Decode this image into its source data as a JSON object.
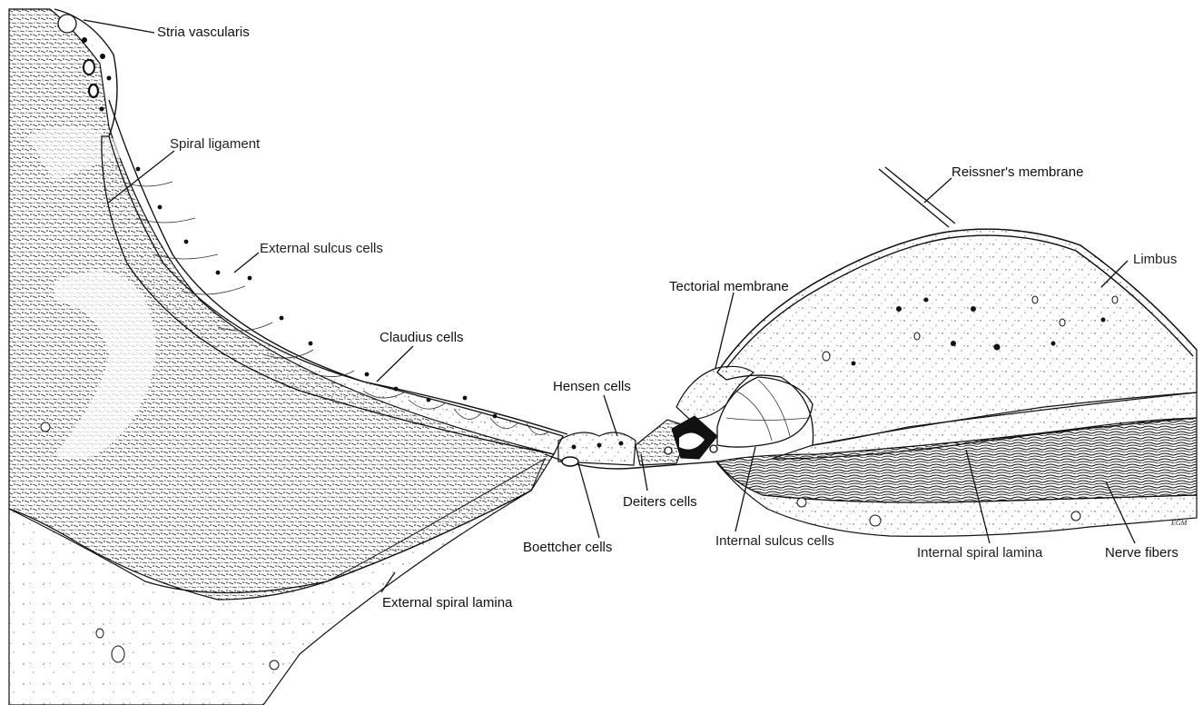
{
  "labels": {
    "stria_vascularis": "Stria vascularis",
    "spiral_ligament": "Spiral ligament",
    "external_sulcus_cells": "External sulcus cells",
    "claudius_cells": "Claudius cells",
    "hensen_cells": "Hensen cells",
    "tectorial_membrane": "Tectorial membrane",
    "reissners_membrane": "Reissner's membrane",
    "limbus": "Limbus",
    "deiters_cells": "Deiters cells",
    "boettcher_cells": "Boettcher cells",
    "internal_sulcus_cells": "Internal sulcus cells",
    "internal_spiral_lamina": "Internal spiral lamina",
    "nerve_fibers": "Nerve fibers",
    "external_spiral_lamina": "External spiral lamina"
  },
  "signature": "EGM"
}
